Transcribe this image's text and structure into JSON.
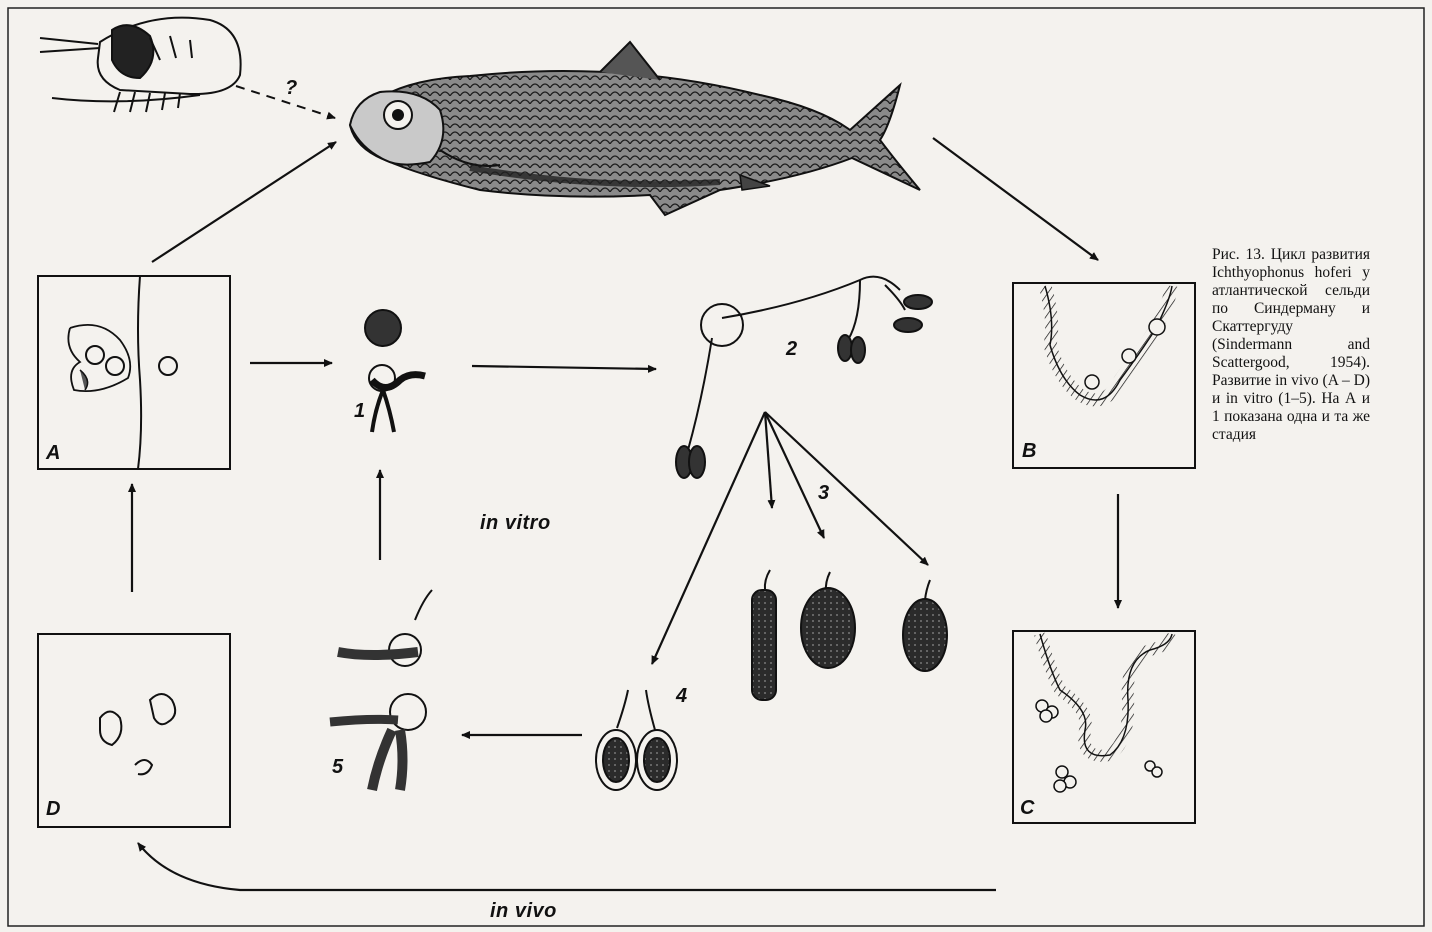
{
  "caption": {
    "text": "Рис. 13. Цикл развития Ichthyophonus hoferi у атлантической сельди по Синдерману и Скаттергуду (Sindermann and Scattergood, 1954). Развитие in vivo (A – D) и in vitro (1–5). На А и 1 показана одна и та же стадия"
  },
  "panels": {
    "a": "A",
    "b": "B",
    "c": "C",
    "d": "D"
  },
  "stages": {
    "s1": "1",
    "s2": "2",
    "s3": "3",
    "s4": "4",
    "s5": "5"
  },
  "question_mark": "?",
  "modes": {
    "in_vitro": "in vitro",
    "in_vivo": "in vivo"
  },
  "colors": {
    "ink": "#111111",
    "paper": "#f4f2ee",
    "fish_dark": "#2a2a2a",
    "fish_mid": "#6b6b6b"
  }
}
